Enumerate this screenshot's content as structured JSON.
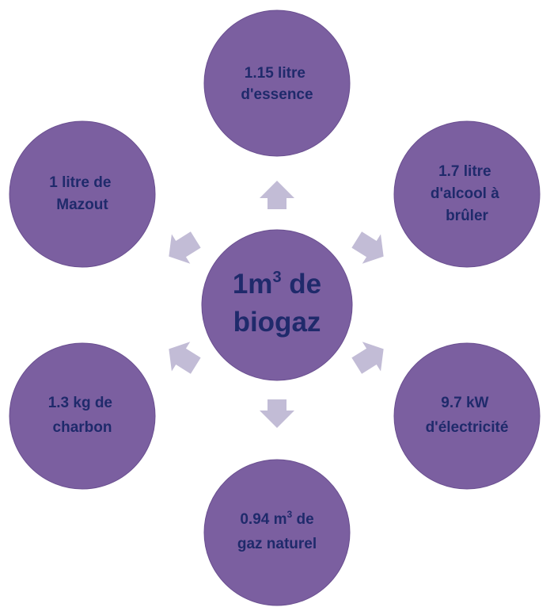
{
  "colors": {
    "circle_fill": "#7b5fa0",
    "circle_stroke": "#6a4f90",
    "arrow_fill": "#c2bcd6",
    "text": "#1f2a6b"
  },
  "center": {
    "line1_main": "1m",
    "line1_sup": "3",
    "line1_rest": " de",
    "line2": "biogaz"
  },
  "nodes": [
    {
      "id": "essence",
      "lines": [
        "1.15 litre",
        "d'essence"
      ]
    },
    {
      "id": "alcool",
      "lines": [
        "1.7 litre",
        "d'alcool à",
        "brûler"
      ]
    },
    {
      "id": "electricite",
      "lines": [
        "9.7 kW",
        "d'électricité"
      ]
    },
    {
      "id": "gaz-naturel",
      "line1_main": "0.94 m",
      "line1_sup": "3",
      "line1_rest": " de",
      "lines": [
        "gaz naturel"
      ]
    },
    {
      "id": "charbon",
      "lines": [
        "1.3 kg de",
        "charbon"
      ]
    },
    {
      "id": "mazout",
      "lines": [
        "1 litre de",
        "Mazout"
      ]
    }
  ]
}
